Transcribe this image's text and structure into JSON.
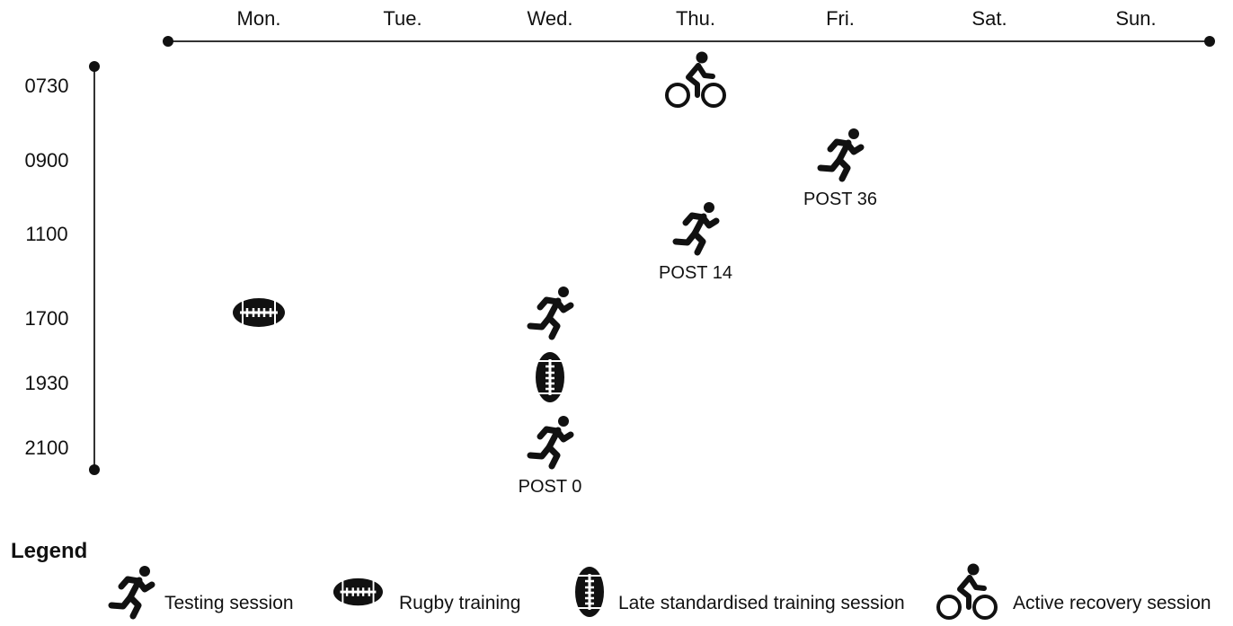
{
  "days": [
    "Mon.",
    "Tue.",
    "Wed.",
    "Thu.",
    "Fri.",
    "Sat.",
    "Sun."
  ],
  "times": [
    "0730",
    "0900",
    "1100",
    "1700",
    "1930",
    "2100"
  ],
  "events": [
    {
      "day": "Mon.",
      "time": "1700",
      "icon": "rugby-ball-horizontal-icon",
      "label": ""
    },
    {
      "day": "Wed.",
      "time": "1700",
      "icon": "runner-icon",
      "label": ""
    },
    {
      "day": "Wed.",
      "time": "1930",
      "icon": "rugby-ball-vertical-icon",
      "label": ""
    },
    {
      "day": "Wed.",
      "time": "2100",
      "icon": "runner-icon",
      "label": "POST 0"
    },
    {
      "day": "Thu.",
      "time": "0730",
      "icon": "cyclist-icon",
      "label": ""
    },
    {
      "day": "Thu.",
      "time": "1100",
      "icon": "runner-icon",
      "label": "POST 14"
    },
    {
      "day": "Fri.",
      "time": "0900",
      "icon": "runner-icon",
      "label": "POST 36"
    }
  ],
  "legend": {
    "title": "Legend",
    "items": [
      {
        "icon": "runner-icon",
        "label": "Testing session"
      },
      {
        "icon": "rugby-ball-horizontal-icon",
        "label": "Rugby training"
      },
      {
        "icon": "rugby-ball-vertical-icon",
        "label": "Late standardised training session"
      },
      {
        "icon": "cyclist-icon",
        "label": "Active recovery  session"
      }
    ]
  }
}
